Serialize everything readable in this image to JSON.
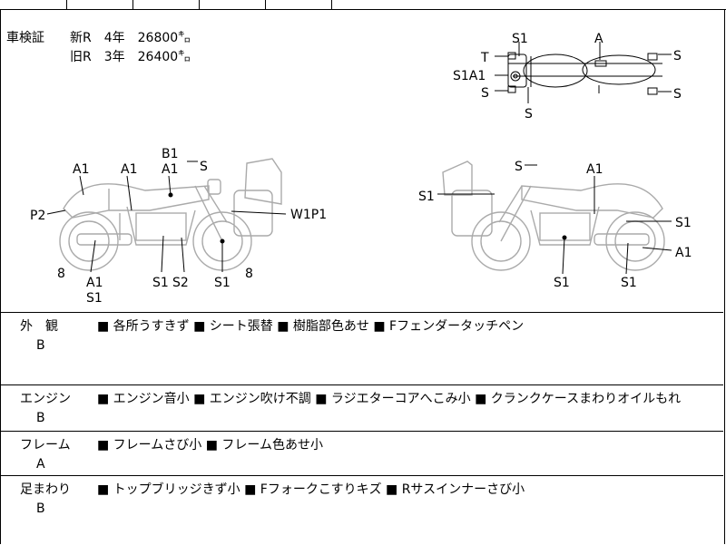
{
  "inspection": {
    "label": "車検証",
    "rows": [
      "新R　4年　26800㌔",
      "旧R　3年　26400㌔"
    ]
  },
  "top_view": {
    "marks": [
      "S1",
      "A",
      "T",
      "S",
      "S1A1",
      "S",
      "S",
      "S"
    ]
  },
  "left_view": {
    "marks": [
      "B1",
      "A1",
      "S",
      "A1",
      "A1",
      "P2",
      "W1P1",
      "8",
      "A1",
      "S1",
      "S1",
      "S2",
      "S1",
      "8"
    ]
  },
  "right_view": {
    "marks": [
      "S",
      "A1",
      "S1",
      "S1",
      "A1",
      "S1",
      "S1"
    ]
  },
  "sections": [
    {
      "category": "外　観",
      "grade": "B",
      "notes": "■ 各所うすきず ■ シート張替 ■ 樹脂部色あせ ■ Fフェンダータッチペン"
    },
    {
      "category": "エンジン",
      "grade": "B",
      "notes": "■ エンジン音小 ■ エンジン吹け不調 ■ ラジエターコアへこみ小 ■ クランクケースまわりオイルもれ"
    },
    {
      "category": "フレーム",
      "grade": "A",
      "notes": "■ フレームさび小 ■ フレーム色あせ小"
    },
    {
      "category": "足まわり",
      "grade": "B",
      "notes": "■ トップブリッジきず小 ■ Fフォークこすりキズ ■ Rサスインナーさび小"
    }
  ]
}
